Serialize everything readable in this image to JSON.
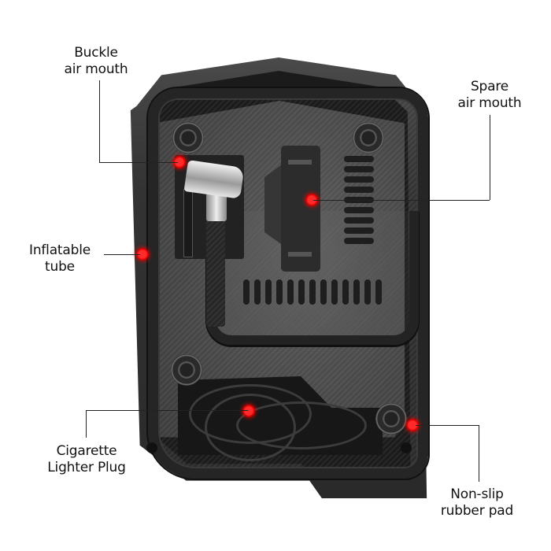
{
  "image": {
    "subject": "Portable car tire air compressor, bottom view",
    "marker_color": "#ff1a1a",
    "background_color": "#ffffff"
  },
  "callouts": [
    {
      "id": "buckle-air-mouth",
      "line1": "Buckle",
      "line2": "air mouth"
    },
    {
      "id": "spare-air-mouth",
      "line1": "Spare",
      "line2": "air mouth"
    },
    {
      "id": "inflatable-tube",
      "line1": "Inflatable",
      "line2": "tube"
    },
    {
      "id": "cigarette-lighter-plug",
      "line1": "Cigarette",
      "line2": "Lighter Plug"
    },
    {
      "id": "non-slip-rubber-pad",
      "line1": "Non-slip",
      "line2": "rubber pad"
    }
  ]
}
